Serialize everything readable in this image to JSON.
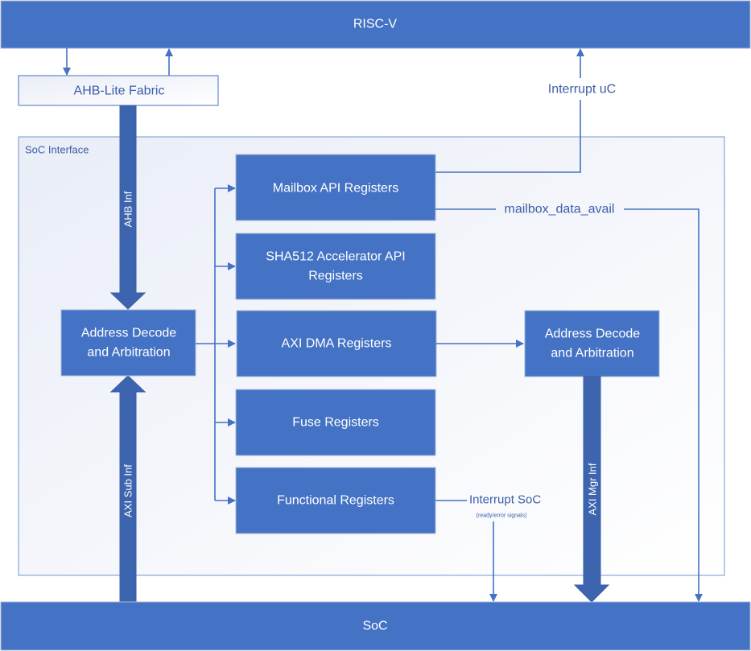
{
  "diagram": {
    "blocks": {
      "riscv": "RISC-V",
      "ahb_fabric": "AHB-Lite Fabric",
      "soc_interface": "SoC Interface",
      "addr_decode_left": [
        "Address Decode",
        "and Arbitration"
      ],
      "mailbox": "Mailbox API Registers",
      "sha512": [
        "SHA512 Accelerator API",
        "Registers"
      ],
      "axi_dma": "AXI DMA Registers",
      "fuse": "Fuse Registers",
      "functional": "Functional Registers",
      "addr_decode_right": [
        "Address Decode",
        "and Arbitration"
      ],
      "soc": "SoC"
    },
    "signals": {
      "ahb_inf": "AHB Inf",
      "axi_sub_inf": "AXI Sub Inf",
      "axi_mgr_inf": "AXI Mgr Inf",
      "interrupt_uc": "Interrupt uC",
      "mailbox_data_avail": "mailbox_data_avail",
      "interrupt_soc": "Interrupt SoC",
      "interrupt_soc_note": "(ready/error signals)"
    },
    "colors": {
      "block_fill": "#4472c4",
      "fat_arrow": "#3d64ae",
      "label_text": "#3a5ea8"
    }
  }
}
